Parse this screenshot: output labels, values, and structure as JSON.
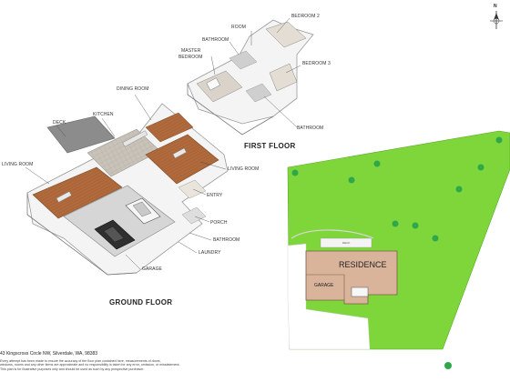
{
  "floors": {
    "ground": "GROUND FLOOR",
    "first": "FIRST FLOOR"
  },
  "rooms": {
    "bedroom2": "BEDROOM 2",
    "room": "ROOM",
    "bathroom_upper": "BATHROOM",
    "master_bedroom_line1": "MASTER",
    "master_bedroom_line2": "BEDROOM",
    "bedroom3": "BEDROOM 3",
    "bathroom_first": "BATHROOM",
    "dining_room": "DINING ROOM",
    "kitchen": "KITCHEN",
    "deck": "DECK",
    "living_room_left": "LIVING ROOM",
    "living_room_right": "LIVING ROOM",
    "entry": "ENTRY",
    "porch": "PORCH",
    "bathroom_ground": "BATHROOM",
    "laundry": "LAUNDRY",
    "garage": "GARAGE"
  },
  "site": {
    "residence": "RESIDENCE",
    "garage": "GARAGE",
    "deck_small": "DECK"
  },
  "compass": {
    "north": "N"
  },
  "address": "43 Kingscross Circle NW, Silverdale, WA, 98383",
  "disclaimer": [
    "Every attempt has been made to ensure the accuracy of the floor plan contained here, measurements of doors,",
    "windows, rooms and any other items are approximate and no responsibility is taken for any error, omission, or misstatement.",
    "This plan is for illustrative purposes only and should be used as such by any prospective purchaser."
  ],
  "colors": {
    "lawn": "#7fd63a",
    "tree": "#2ea84a",
    "residence": "#d9b49a",
    "floor_wood": "#b06a3c",
    "garage_floor": "#d8d8d8",
    "wall": "#f2f2f2"
  }
}
